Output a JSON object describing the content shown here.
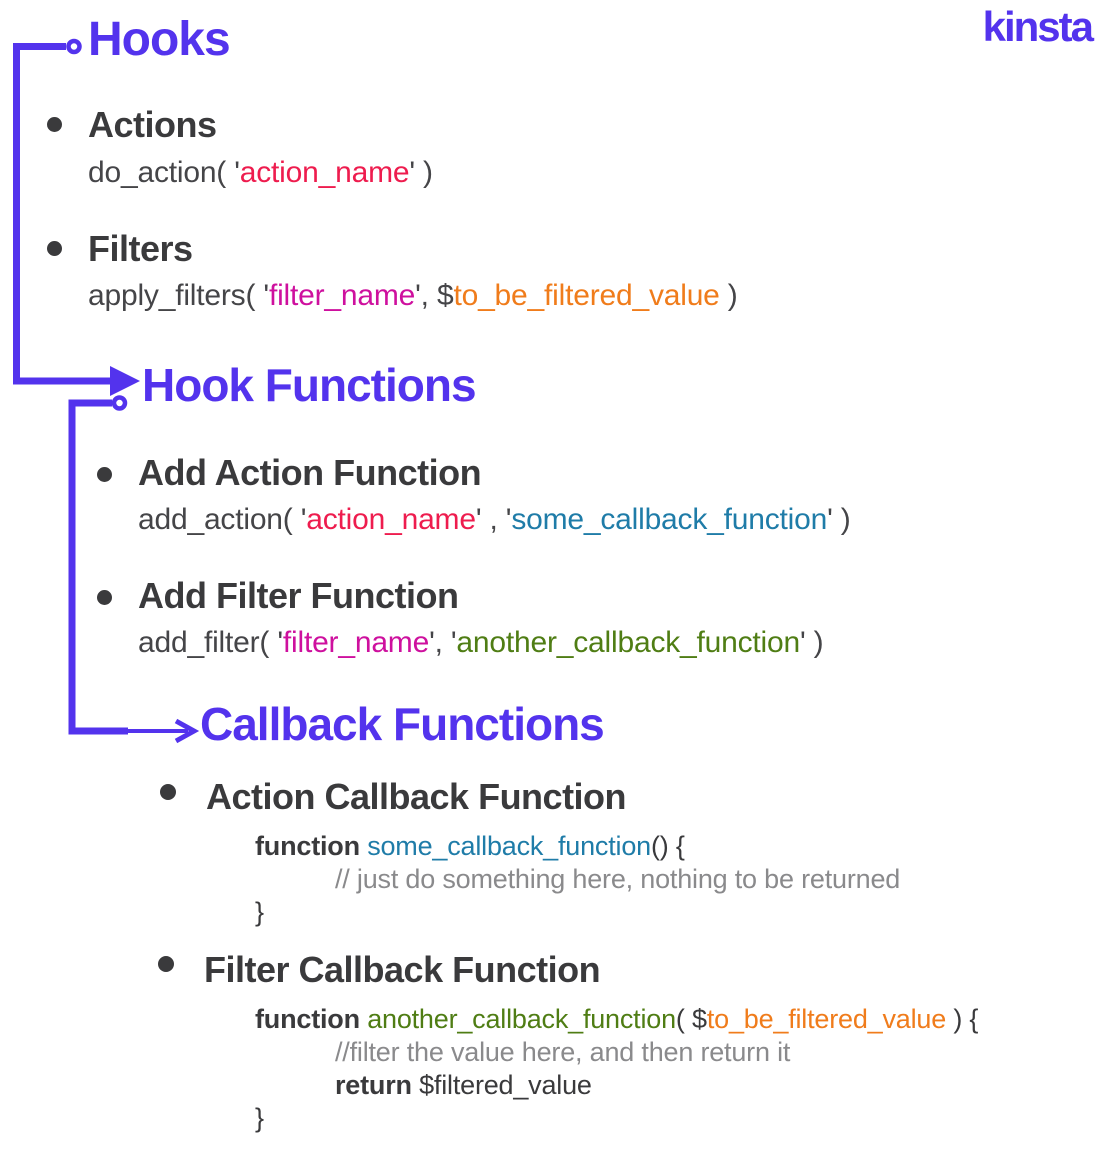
{
  "colors": {
    "purple": "#5333ED",
    "dark": "#3A3A3C",
    "code": "#454548",
    "comment": "#8A8A8C",
    "red": "#EE1C4E",
    "magenta": "#CE109E",
    "orange": "#F07C1B",
    "teal": "#1F7CA8",
    "green": "#4F7D14"
  },
  "logo": {
    "text": "kinsta"
  },
  "headings": {
    "hooks": "Hooks",
    "hook_functions": "Hook Functions",
    "callback_functions": "Callback Functions"
  },
  "sections": {
    "actions": {
      "label": "Actions",
      "code": [
        {
          "t": "do_action( '",
          "c": "code"
        },
        {
          "t": "action_name",
          "c": "red"
        },
        {
          "t": "' )",
          "c": "code"
        }
      ]
    },
    "filters": {
      "label": "Filters",
      "code": [
        {
          "t": "apply_filters( '",
          "c": "code"
        },
        {
          "t": "filter_name",
          "c": "magenta"
        },
        {
          "t": "', $",
          "c": "code"
        },
        {
          "t": "to_be_filtered_value",
          "c": "orange"
        },
        {
          "t": " )",
          "c": "code"
        }
      ]
    },
    "add_action": {
      "label": "Add Action Function",
      "code": [
        {
          "t": "add_action( '",
          "c": "code"
        },
        {
          "t": "action_name",
          "c": "red"
        },
        {
          "t": "' , '",
          "c": "code"
        },
        {
          "t": "some_callback_function",
          "c": "teal"
        },
        {
          "t": "' )",
          "c": "code"
        }
      ]
    },
    "add_filter": {
      "label": "Add Filter Function",
      "code": [
        {
          "t": "add_filter( '",
          "c": "code"
        },
        {
          "t": "filter_name",
          "c": "magenta"
        },
        {
          "t": "', '",
          "c": "code"
        },
        {
          "t": "another_callback_function",
          "c": "green"
        },
        {
          "t": "' )",
          "c": "code"
        }
      ]
    },
    "action_callback": {
      "label": "Action Callback Function",
      "code_lines": [
        {
          "indent": 0,
          "segments": [
            {
              "t": "function ",
              "c": "dark",
              "b": true
            },
            {
              "t": "some_callback_function",
              "c": "teal"
            },
            {
              "t": "() {",
              "c": "dark"
            }
          ]
        },
        {
          "indent": 1,
          "segments": [
            {
              "t": "// just do something here, nothing to be returned",
              "c": "comment"
            }
          ]
        },
        {
          "indent": 0,
          "segments": [
            {
              "t": "}",
              "c": "dark"
            }
          ]
        }
      ]
    },
    "filter_callback": {
      "label": "Filter Callback Function",
      "code_lines": [
        {
          "indent": 0,
          "segments": [
            {
              "t": "function ",
              "c": "dark",
              "b": true
            },
            {
              "t": "another_callback_function",
              "c": "green"
            },
            {
              "t": "( $",
              "c": "dark"
            },
            {
              "t": "to_be_filtered_value",
              "c": "orange"
            },
            {
              "t": " ) {",
              "c": "dark"
            }
          ]
        },
        {
          "indent": 1,
          "segments": [
            {
              "t": "//filter the value here, and then return it",
              "c": "comment"
            }
          ]
        },
        {
          "indent": 1,
          "segments": [
            {
              "t": "return",
              "c": "dark",
              "b": true
            },
            {
              "t": " $filtered_value",
              "c": "dark"
            }
          ]
        },
        {
          "indent": 0,
          "segments": [
            {
              "t": "}",
              "c": "dark"
            }
          ]
        }
      ]
    }
  }
}
